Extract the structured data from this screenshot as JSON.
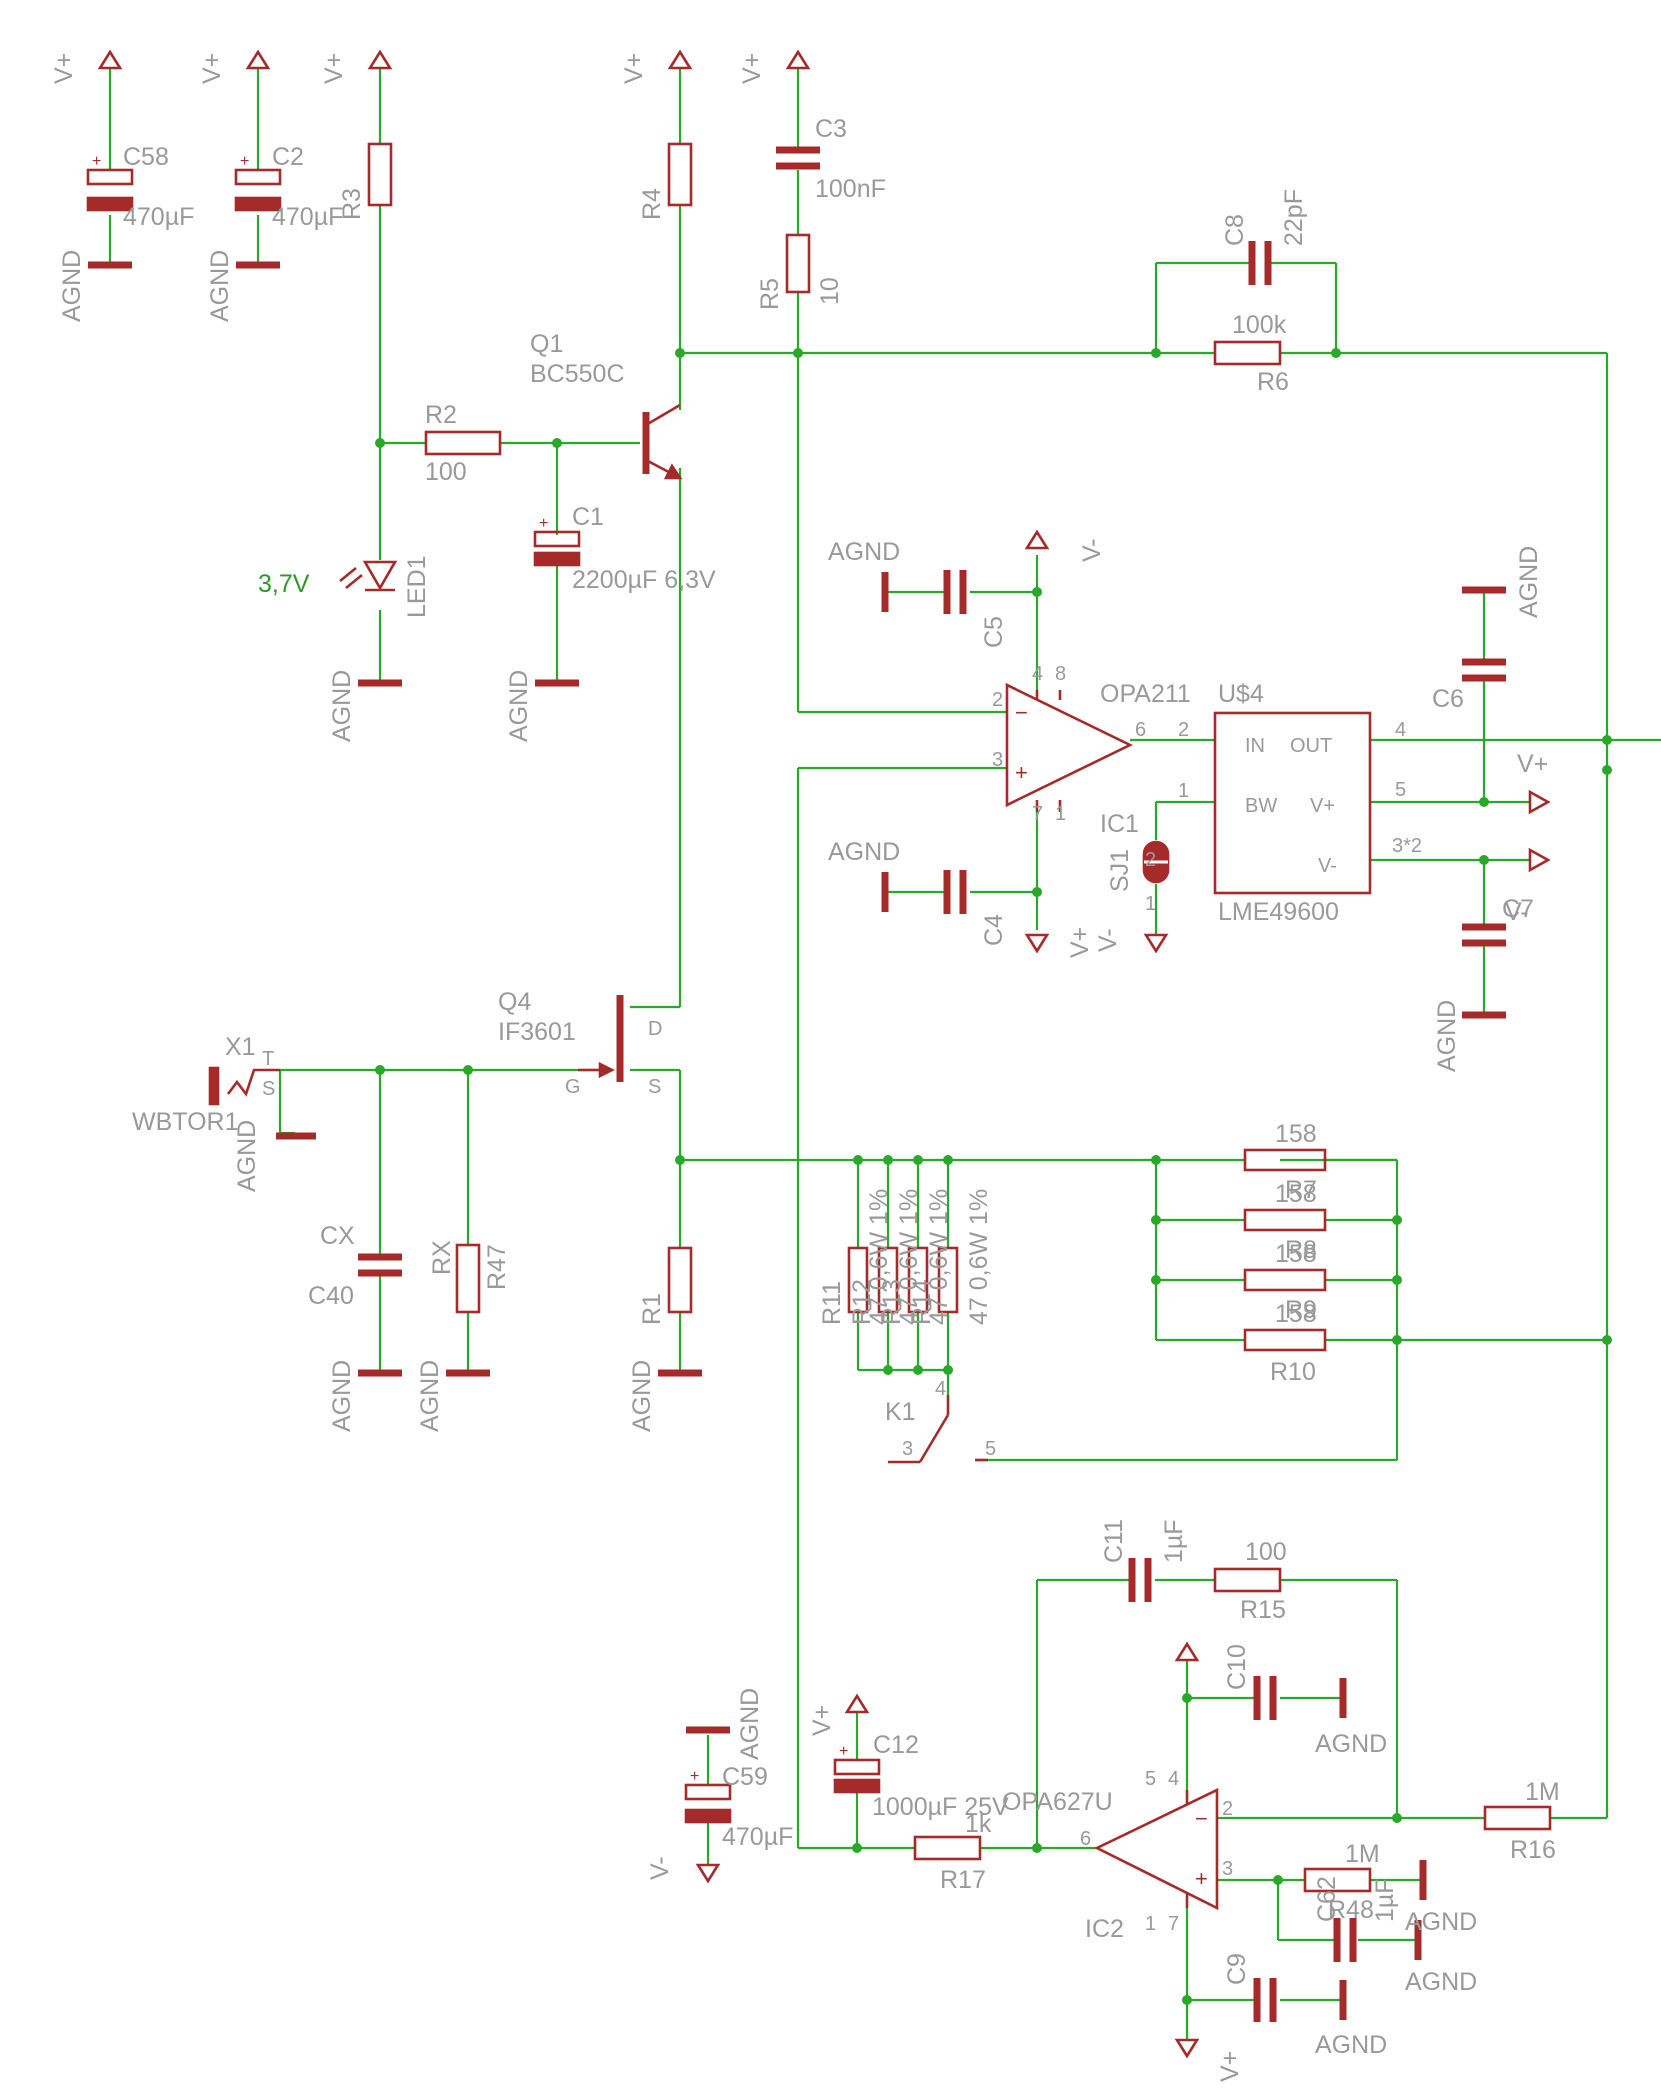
{
  "nets": {
    "vplus": "V+",
    "vminus": "V-",
    "agnd": "AGND",
    "led_voltage": "3,7V"
  },
  "caps": {
    "C58": {
      "name": "C58",
      "value": "470µF"
    },
    "C2": {
      "name": "C2",
      "value": "470µF"
    },
    "C1": {
      "name": "C1",
      "value": "2200µF 6,3V"
    },
    "C3": {
      "name": "C3",
      "value": "100nF"
    },
    "C8": {
      "name": "C8",
      "value": "22pF"
    },
    "C5": {
      "name": "C5"
    },
    "C4": {
      "name": "C4"
    },
    "C6": {
      "name": "C6"
    },
    "C7": {
      "name": "C7"
    },
    "C40": {
      "name": "C40",
      "value": "CX"
    },
    "C11": {
      "name": "C11",
      "value": "1µF"
    },
    "C10": {
      "name": "C10"
    },
    "C12": {
      "name": "C12",
      "value": "1000µF 25V"
    },
    "C59": {
      "name": "C59",
      "value": "470µF"
    },
    "C9": {
      "name": "C9"
    },
    "C62": {
      "name": "C62",
      "value": "1µF"
    }
  },
  "resistors": {
    "R3": {
      "name": "R3"
    },
    "R4": {
      "name": "R4"
    },
    "R5": {
      "name": "R5",
      "value": "10"
    },
    "R2": {
      "name": "R2",
      "value": "100"
    },
    "R6": {
      "name": "R6",
      "value": "100k"
    },
    "R47": {
      "name": "R47",
      "value": "RX"
    },
    "R1": {
      "name": "R1"
    },
    "R11": {
      "name": "R11"
    },
    "R12": {
      "name": "R12"
    },
    "R13": {
      "name": "R13"
    },
    "R14": {
      "name": "R14"
    },
    "parallel_value": "47 0,6W 1%",
    "R7": {
      "name": "R7",
      "value": "158"
    },
    "R8": {
      "name": "R8",
      "value": "158"
    },
    "R9": {
      "name": "R9",
      "value": "158"
    },
    "R10": {
      "name": "R10",
      "value": "158"
    },
    "R15": {
      "name": "R15",
      "value": "100"
    },
    "R17": {
      "name": "R17",
      "value": "1k"
    },
    "R16": {
      "name": "R16",
      "value": "1M"
    },
    "R48": {
      "name": "R48",
      "value": "1M"
    }
  },
  "semis": {
    "Q1": {
      "name": "Q1",
      "value": "BC550C"
    },
    "Q4": {
      "name": "Q4",
      "value": "IF3601"
    },
    "LED1": {
      "name": "LED1"
    },
    "pin_d": "D",
    "pin_s": "S",
    "pin_g": "G"
  },
  "ics": {
    "opa211": "OPA211",
    "ic1": "IC1",
    "u4": "U$4",
    "lme": "LME49600",
    "lme_in": "IN",
    "lme_out": "OUT",
    "lme_bw": "BW",
    "lme_vp": "V+",
    "lme_vm": "V-",
    "sj1": "SJ1",
    "opa627": "OPA627U",
    "ic2": "IC2"
  },
  "pins": {
    "p1": "1",
    "p2": "2",
    "p3": "3",
    "p4": "4",
    "p5": "5",
    "p6": "6",
    "p7": "7",
    "p8": "8",
    "p3x2": "3*2"
  },
  "connector": {
    "x1": "X1",
    "part": "WBTOR1",
    "t": "T",
    "s": "S"
  },
  "relay": {
    "k1": "K1"
  }
}
